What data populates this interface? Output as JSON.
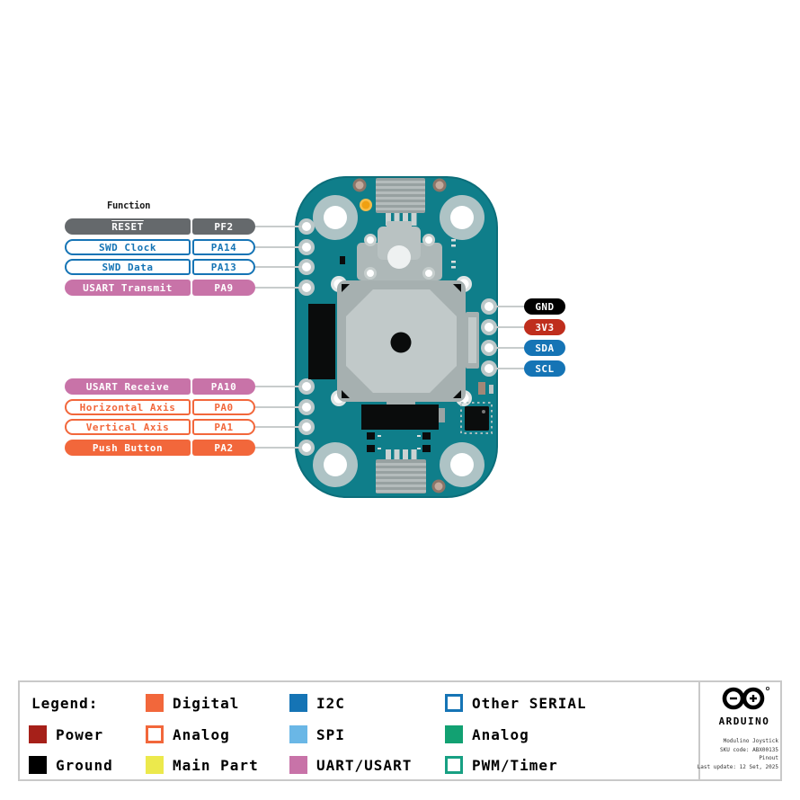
{
  "header": {
    "function_label": "Function"
  },
  "pins": {
    "left_top": [
      {
        "function": "RESET",
        "pin": "PF2",
        "category": "reset"
      },
      {
        "function": "SWD Clock",
        "pin": "PA14",
        "category": "serial"
      },
      {
        "function": "SWD Data",
        "pin": "PA13",
        "category": "serial"
      },
      {
        "function": "USART Transmit",
        "pin": "PA9",
        "category": "uart"
      }
    ],
    "left_bottom": [
      {
        "function": "USART Receive",
        "pin": "PA10",
        "category": "uart"
      },
      {
        "function": "Horizontal Axis",
        "pin": "PA0",
        "category": "analog"
      },
      {
        "function": "Vertical Axis",
        "pin": "PA1",
        "category": "analog"
      },
      {
        "function": "Push Button",
        "pin": "PA2",
        "category": "digital"
      }
    ],
    "right": [
      {
        "pin": "GND",
        "category": "ground"
      },
      {
        "pin": "3V3",
        "category": "power"
      },
      {
        "pin": "SDA",
        "category": "i2c"
      },
      {
        "pin": "SCL",
        "category": "i2c"
      }
    ]
  },
  "legend": {
    "title": "Legend:",
    "items": [
      {
        "label": "Power",
        "type": "fill",
        "color": "#a62019"
      },
      {
        "label": "Ground",
        "type": "fill",
        "color": "#000000"
      },
      {
        "label": "Digital",
        "type": "fill",
        "color": "#f2673b"
      },
      {
        "label": "Analog",
        "type": "outline",
        "color": "#f2673b"
      },
      {
        "label": "Main Part",
        "type": "fill",
        "color": "#ece94c"
      },
      {
        "label": "I2C",
        "type": "fill",
        "color": "#1574b5"
      },
      {
        "label": "SPI",
        "type": "fill",
        "color": "#6ab7e6"
      },
      {
        "label": "UART/USART",
        "type": "fill",
        "color": "#c873a8"
      },
      {
        "label": "Other SERIAL",
        "type": "outline",
        "color": "#1574b5"
      },
      {
        "label": "Analog",
        "type": "fill",
        "color": "#12a172"
      },
      {
        "label": "PWM/Timer",
        "type": "outline",
        "color": "#17a083"
      }
    ]
  },
  "footer": {
    "brand": "ARDUINO",
    "product": "Modulino Joystick",
    "sku": "SKU code: ABX00135",
    "doc_type": "Pinout",
    "last_update": "Last update: 12 Set, 2025"
  },
  "colors": {
    "board_teal": "#0f7e8a",
    "pill_gray": "#65696c",
    "blue": "#1574b5",
    "pink": "#c873a8",
    "orange": "#f2673b",
    "red_3v3": "#bf2e1d",
    "legend_border": "#c9c9c9"
  }
}
